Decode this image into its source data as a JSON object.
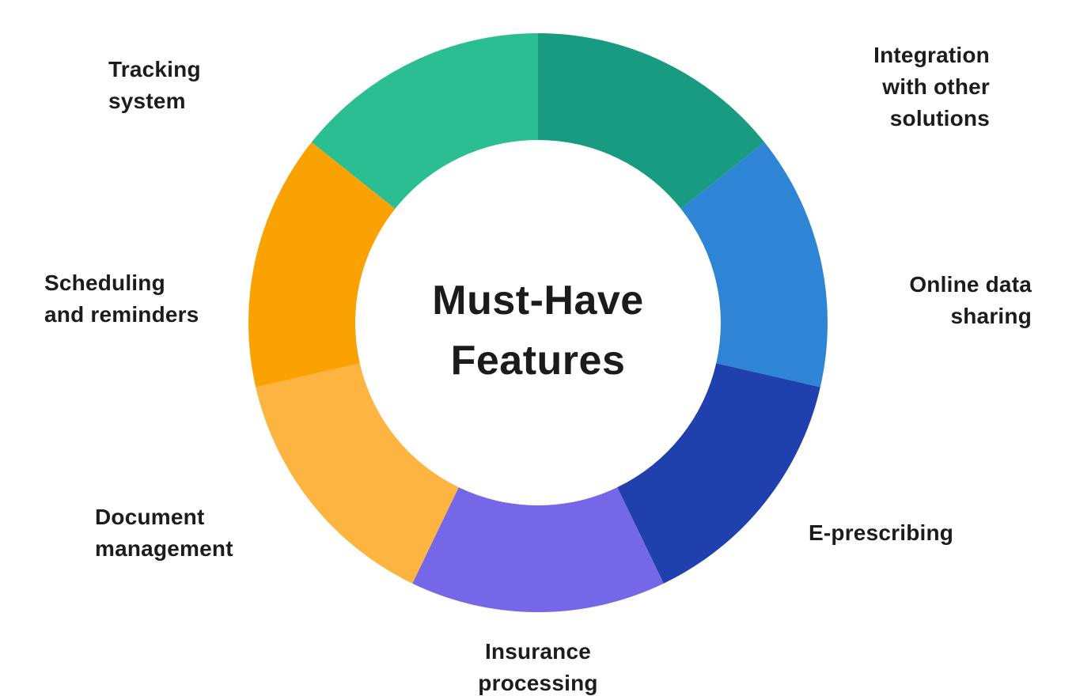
{
  "chart_data": {
    "type": "pie",
    "variant": "donut",
    "title": "Must-Have Features",
    "center_label": "Must-Have\nFeatures",
    "start_angle_deg": 0,
    "direction": "clockwise",
    "inner_radius_ratio": 0.63,
    "legend_position": "labels-around-chart",
    "grid": false,
    "segments": [
      {
        "label": "Integration with other solutions",
        "value": 1,
        "color": "#189B80"
      },
      {
        "label": "Online data sharing",
        "value": 1,
        "color": "#2E85D6"
      },
      {
        "label": "E-prescribing",
        "value": 1,
        "color": "#1F40AD"
      },
      {
        "label": "Insurance processing",
        "value": 1,
        "color": "#7468E8"
      },
      {
        "label": "Document management",
        "value": 1,
        "color": "#FDB440"
      },
      {
        "label": "Scheduling and reminders",
        "value": 1,
        "color": "#FBA203"
      },
      {
        "label": "Tracking system",
        "value": 1,
        "color": "#2BBE92"
      }
    ]
  },
  "callouts": {
    "tracking": "Tracking\nsystem",
    "integration": "Integration\nwith other\nsolutions",
    "online": "Online data\nsharing",
    "eprescribing": "E-prescribing",
    "insurance": "Insurance\nprocessing",
    "document": "Document\nmanagement",
    "scheduling": "Scheduling\nand reminders"
  },
  "colors": {
    "background": "#FFFFFF",
    "text": "#1C1C1C"
  }
}
